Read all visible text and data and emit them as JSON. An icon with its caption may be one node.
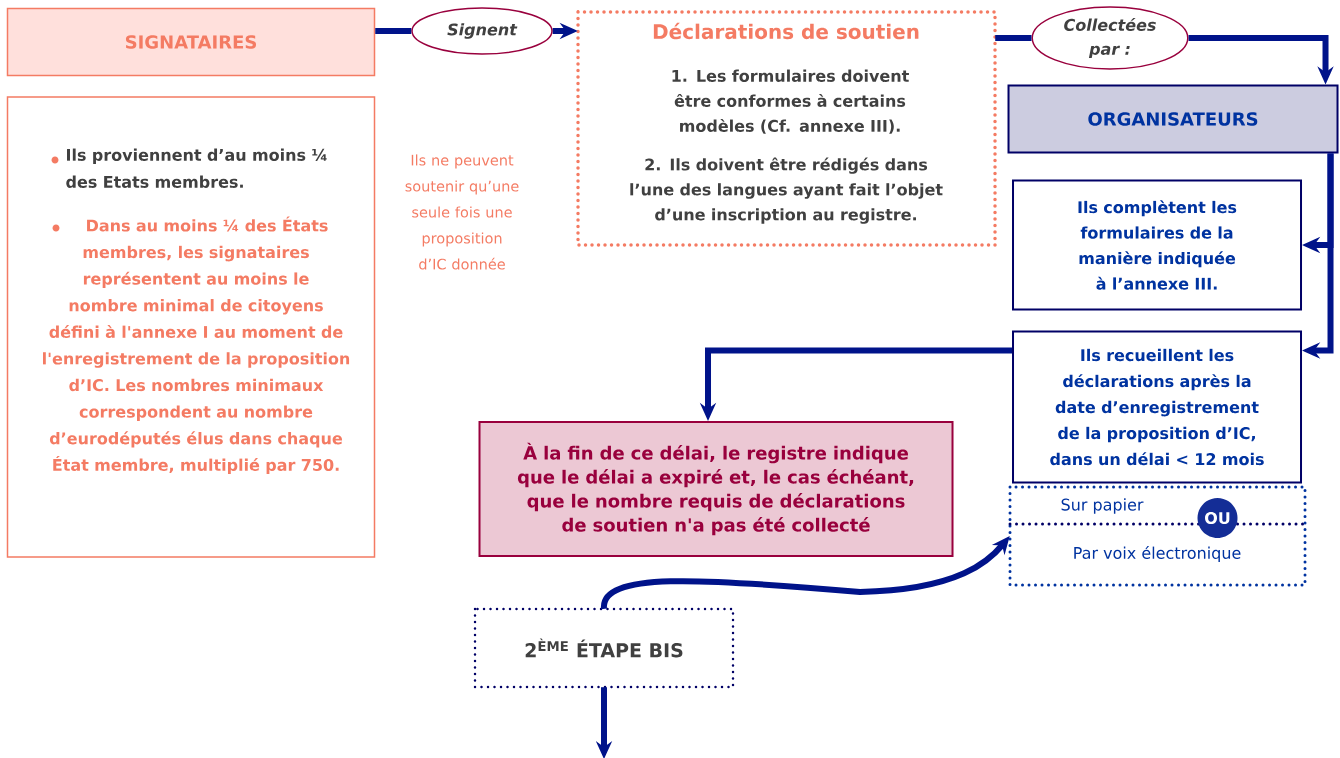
{
  "diagram": {
    "nodes": [
      {
        "text": [
          "SIGNATAIRES"
        ]
      },
      {
        "text": [
          "Ils proviennent d’au moins ¼ des Etats membres.",
          "Dans au moins ¼ des États membres, les signataires représentent au moins le nombre minimal de citoyens défini à l'annexe I au moment de l'enregistrement de la proposition d’IC. Les nombres minimaux correspondent au nombre d’eurodéputés élus dans chaque État membre, multiplié par 750."
        ]
      },
      {
        "text": [
          "Signent"
        ]
      },
      {
        "text": [
          "Déclarations de soutien",
          "1. Les formulaires doivent être conformes à certains modèles (Cf. annexe III).",
          "2. Ils doivent être rédigés dans l’une des langues ayant fait l’objet d’une inscription au registre."
        ]
      },
      {
        "text": [
          "Collectées par :"
        ]
      },
      {
        "text": [
          "ORGANISATEURS"
        ]
      },
      {
        "text": [
          "Ils complètent les formulaires de la manière indiquée à l’annexe III."
        ]
      },
      {
        "text": [
          "Ils recueillent les déclarations après la date d’enregistrement de la proposition d’IC, dans un délai < 12 mois"
        ]
      },
      {
        "text": [
          "À la fin de ce délai, le registre indique que le délai a expiré et, le cas échéant, que le nombre requis de déclarations de soutien n'a pas été collecté"
        ]
      },
      {
        "text": [
          "Sur papier",
          "Par voix électronique"
        ]
      },
      {
        "text": [
          "OU"
        ],
        "in": 9
      },
      {
        "text": [
          "2$^{ÈME}$ ÉTAPE BIS"
        ]
      }
    ],
    "edges": [
      {
        "from": 0,
        "to": 2,
        "arrow": "none"
      },
      {
        "from": 2,
        "to": 3,
        "arrow": "to"
      },
      {
        "from": 3,
        "to": 4,
        "arrow": "none"
      },
      {
        "from": 4,
        "to": 5,
        "arrow": "to"
      },
      {
        "from": 5,
        "to": 6,
        "arrow": "to"
      },
      {
        "from": 5,
        "to": 7,
        "arrow": "to"
      },
      {
        "from": 7,
        "to": 8,
        "arrow": "to"
      },
      {
        "from": 11,
        "to": 9,
        "arrow": "to"
      },
      {
        "from": 11,
        "to": null,
        "arrow": "to"
      }
    ],
    "labels": [
      "Ils ne peuvent soutenir qu’une seule fois une proposition d’IC donnée"
    ]
  }
}
